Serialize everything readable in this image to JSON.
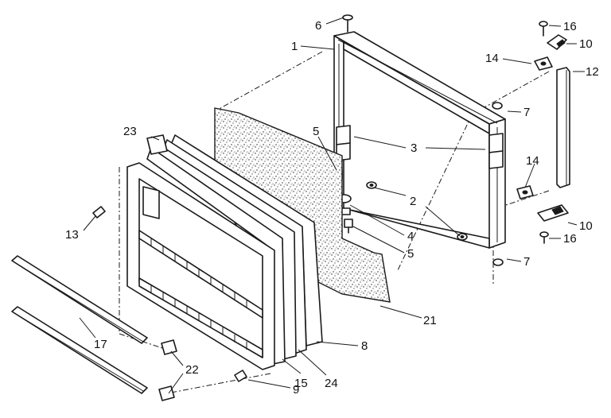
{
  "callouts": {
    "c1": "1",
    "c2": "2",
    "c3": "3",
    "c4": "4",
    "c5a": "5",
    "c5b": "5",
    "c6": "6",
    "c7a": "7",
    "c7b": "7",
    "c8": "8",
    "c9": "9",
    "c10a": "10",
    "c10b": "10",
    "c12": "12",
    "c13": "13",
    "c14a": "14",
    "c14b": "14",
    "c15": "15",
    "c16a": "16",
    "c16b": "16",
    "c17": "17",
    "c21": "21",
    "c22": "22",
    "c23": "23",
    "c24": "24"
  }
}
